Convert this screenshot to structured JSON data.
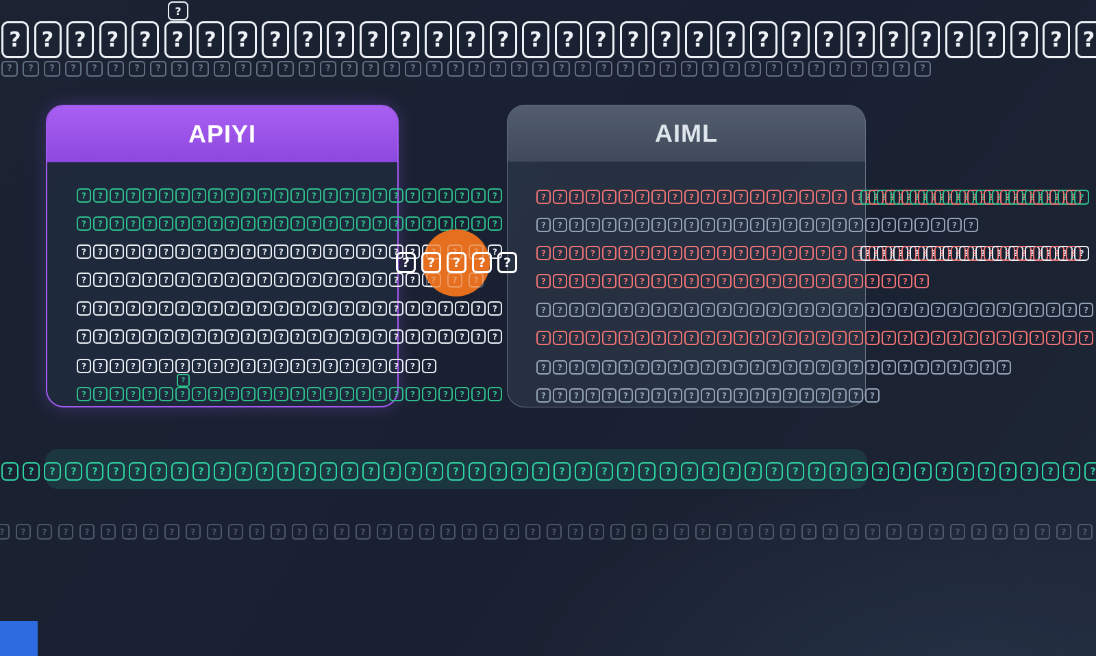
{
  "page": {
    "tofu_glyph": "?",
    "background": "#1a2232"
  },
  "hero": {
    "title_box_count": 34,
    "floating_box_count": 1,
    "subtitle_box_count": 44
  },
  "palette": {
    "green": "#2dbe8b",
    "white": "#eaeef4",
    "red": "#f17373",
    "slate": "#94a3b8",
    "purple": "#a45af0",
    "orange": "#e56f1e",
    "banner_green": "#2fd4a3",
    "title_white": "#eef2f7",
    "subtitle_gray": "rgba(148,163,184,.6)",
    "footer_gray": "rgba(148,163,184,.42)",
    "vs_white": "#ffffff"
  },
  "cards": [
    {
      "id": "apiyi",
      "title": "APIYI",
      "rows": [
        {
          "color": "green",
          "count": 26
        },
        {
          "color": "green",
          "count": 26
        },
        {
          "color": "white",
          "count": 26
        },
        {
          "color": "white",
          "count": 23
        },
        {
          "color": "white",
          "count": 26
        },
        {
          "color": "white",
          "count": 26
        },
        {
          "color": "white",
          "count": 22
        },
        {
          "color": "green",
          "count": 26,
          "mini_box": true
        }
      ]
    },
    {
      "id": "aiml",
      "title": "AIML",
      "rows": [
        {
          "color": "red",
          "count": 19,
          "overlap_under": "green",
          "overlap_count": 28
        },
        {
          "color": "slate",
          "count": 27
        },
        {
          "color": "red",
          "count": 19,
          "overlap_under": "white",
          "overlap_count": 28
        },
        {
          "color": "red",
          "count": 24
        },
        {
          "color": "slate",
          "count": 34
        },
        {
          "color": "red",
          "count": 34
        },
        {
          "color": "slate",
          "count": 29
        },
        {
          "color": "slate",
          "count": 21
        }
      ]
    }
  ],
  "vs_badge": {
    "box_count": 5
  },
  "banner": {
    "box_count": 52
  },
  "footer": {
    "box_count": 52
  },
  "corner_accent": {
    "color": "#2e6be0"
  }
}
